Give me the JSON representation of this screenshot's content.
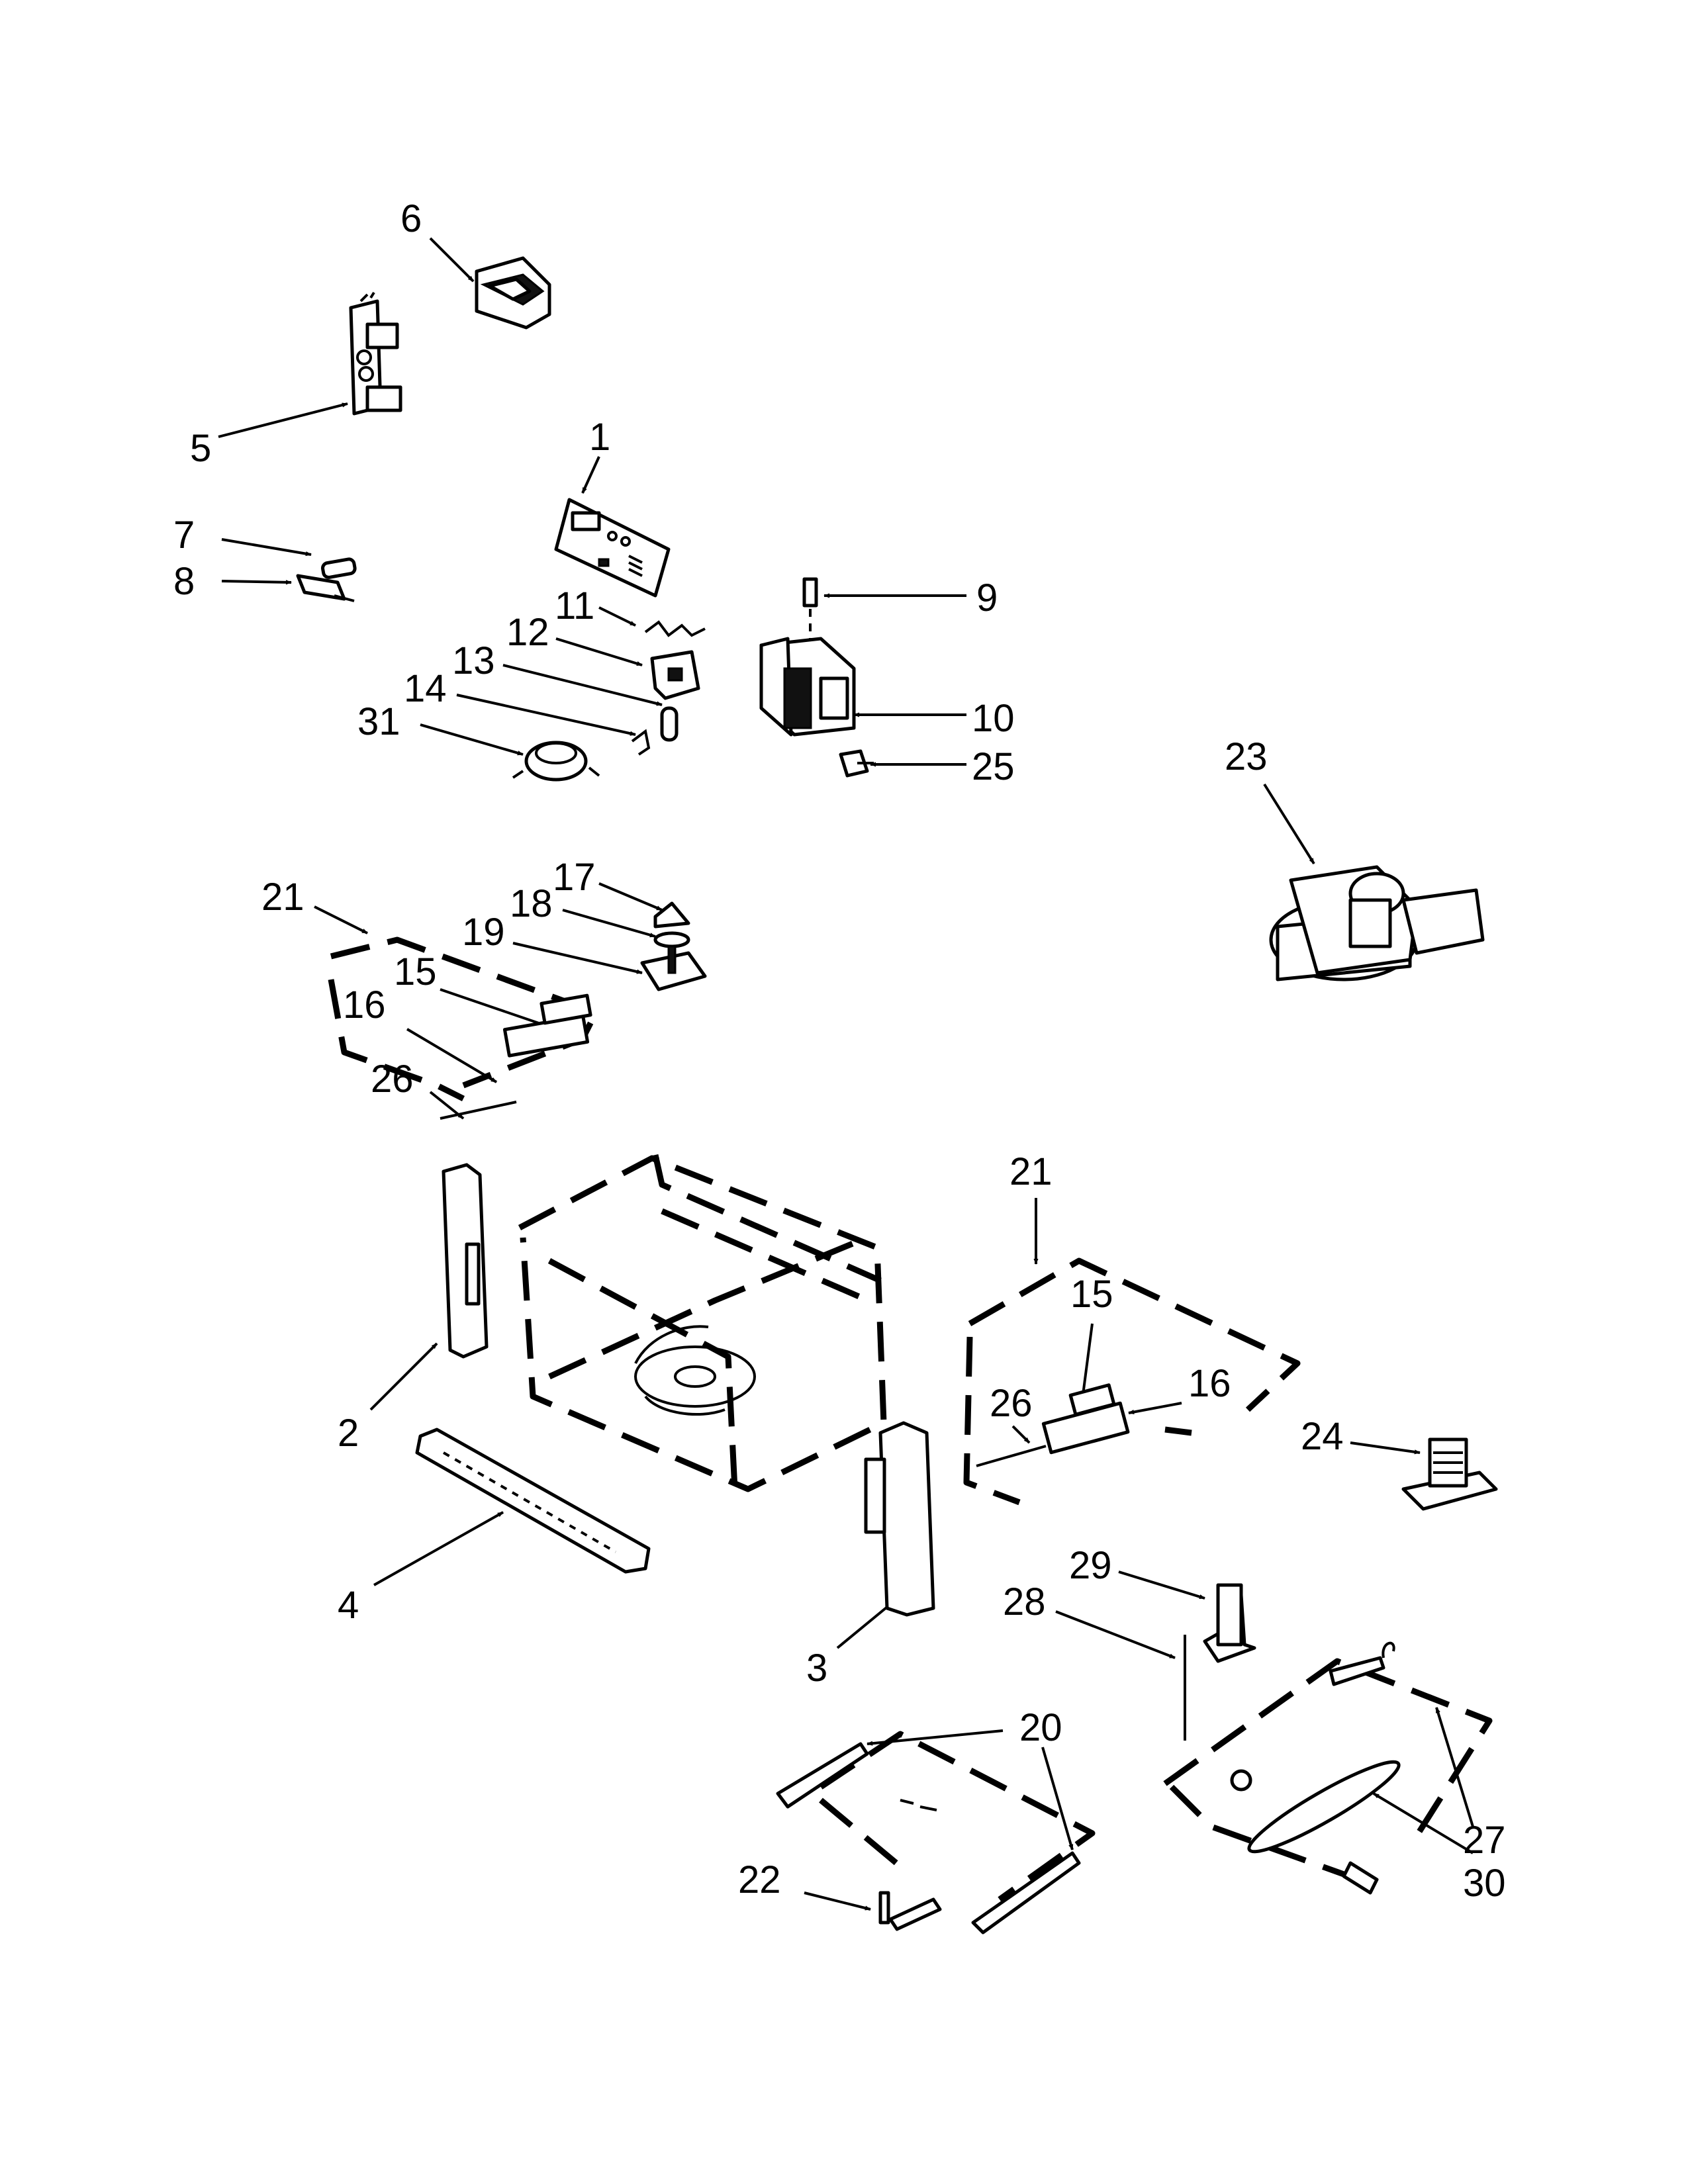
{
  "diagram": {
    "labels": [
      {
        "id": "6",
        "text": "6"
      },
      {
        "id": "5",
        "text": "5"
      },
      {
        "id": "1",
        "text": "1"
      },
      {
        "id": "7",
        "text": "7"
      },
      {
        "id": "8",
        "text": "8"
      },
      {
        "id": "11",
        "text": "11"
      },
      {
        "id": "12",
        "text": "12"
      },
      {
        "id": "13",
        "text": "13"
      },
      {
        "id": "14",
        "text": "14"
      },
      {
        "id": "31",
        "text": "31"
      },
      {
        "id": "9",
        "text": "9"
      },
      {
        "id": "10",
        "text": "10"
      },
      {
        "id": "25",
        "text": "25"
      },
      {
        "id": "23",
        "text": "23"
      },
      {
        "id": "21a",
        "text": "21"
      },
      {
        "id": "17",
        "text": "17"
      },
      {
        "id": "18",
        "text": "18"
      },
      {
        "id": "19",
        "text": "19"
      },
      {
        "id": "15a",
        "text": "15"
      },
      {
        "id": "16a",
        "text": "16"
      },
      {
        "id": "26a",
        "text": "26"
      },
      {
        "id": "21b",
        "text": "21"
      },
      {
        "id": "15b",
        "text": "15"
      },
      {
        "id": "26b",
        "text": "26"
      },
      {
        "id": "16b",
        "text": "16"
      },
      {
        "id": "24",
        "text": "24"
      },
      {
        "id": "2",
        "text": "2"
      },
      {
        "id": "4",
        "text": "4"
      },
      {
        "id": "3",
        "text": "3"
      },
      {
        "id": "29",
        "text": "29"
      },
      {
        "id": "28",
        "text": "28"
      },
      {
        "id": "20",
        "text": "20"
      },
      {
        "id": "27",
        "text": "27"
      },
      {
        "id": "30",
        "text": "30"
      },
      {
        "id": "22",
        "text": "22"
      }
    ]
  }
}
